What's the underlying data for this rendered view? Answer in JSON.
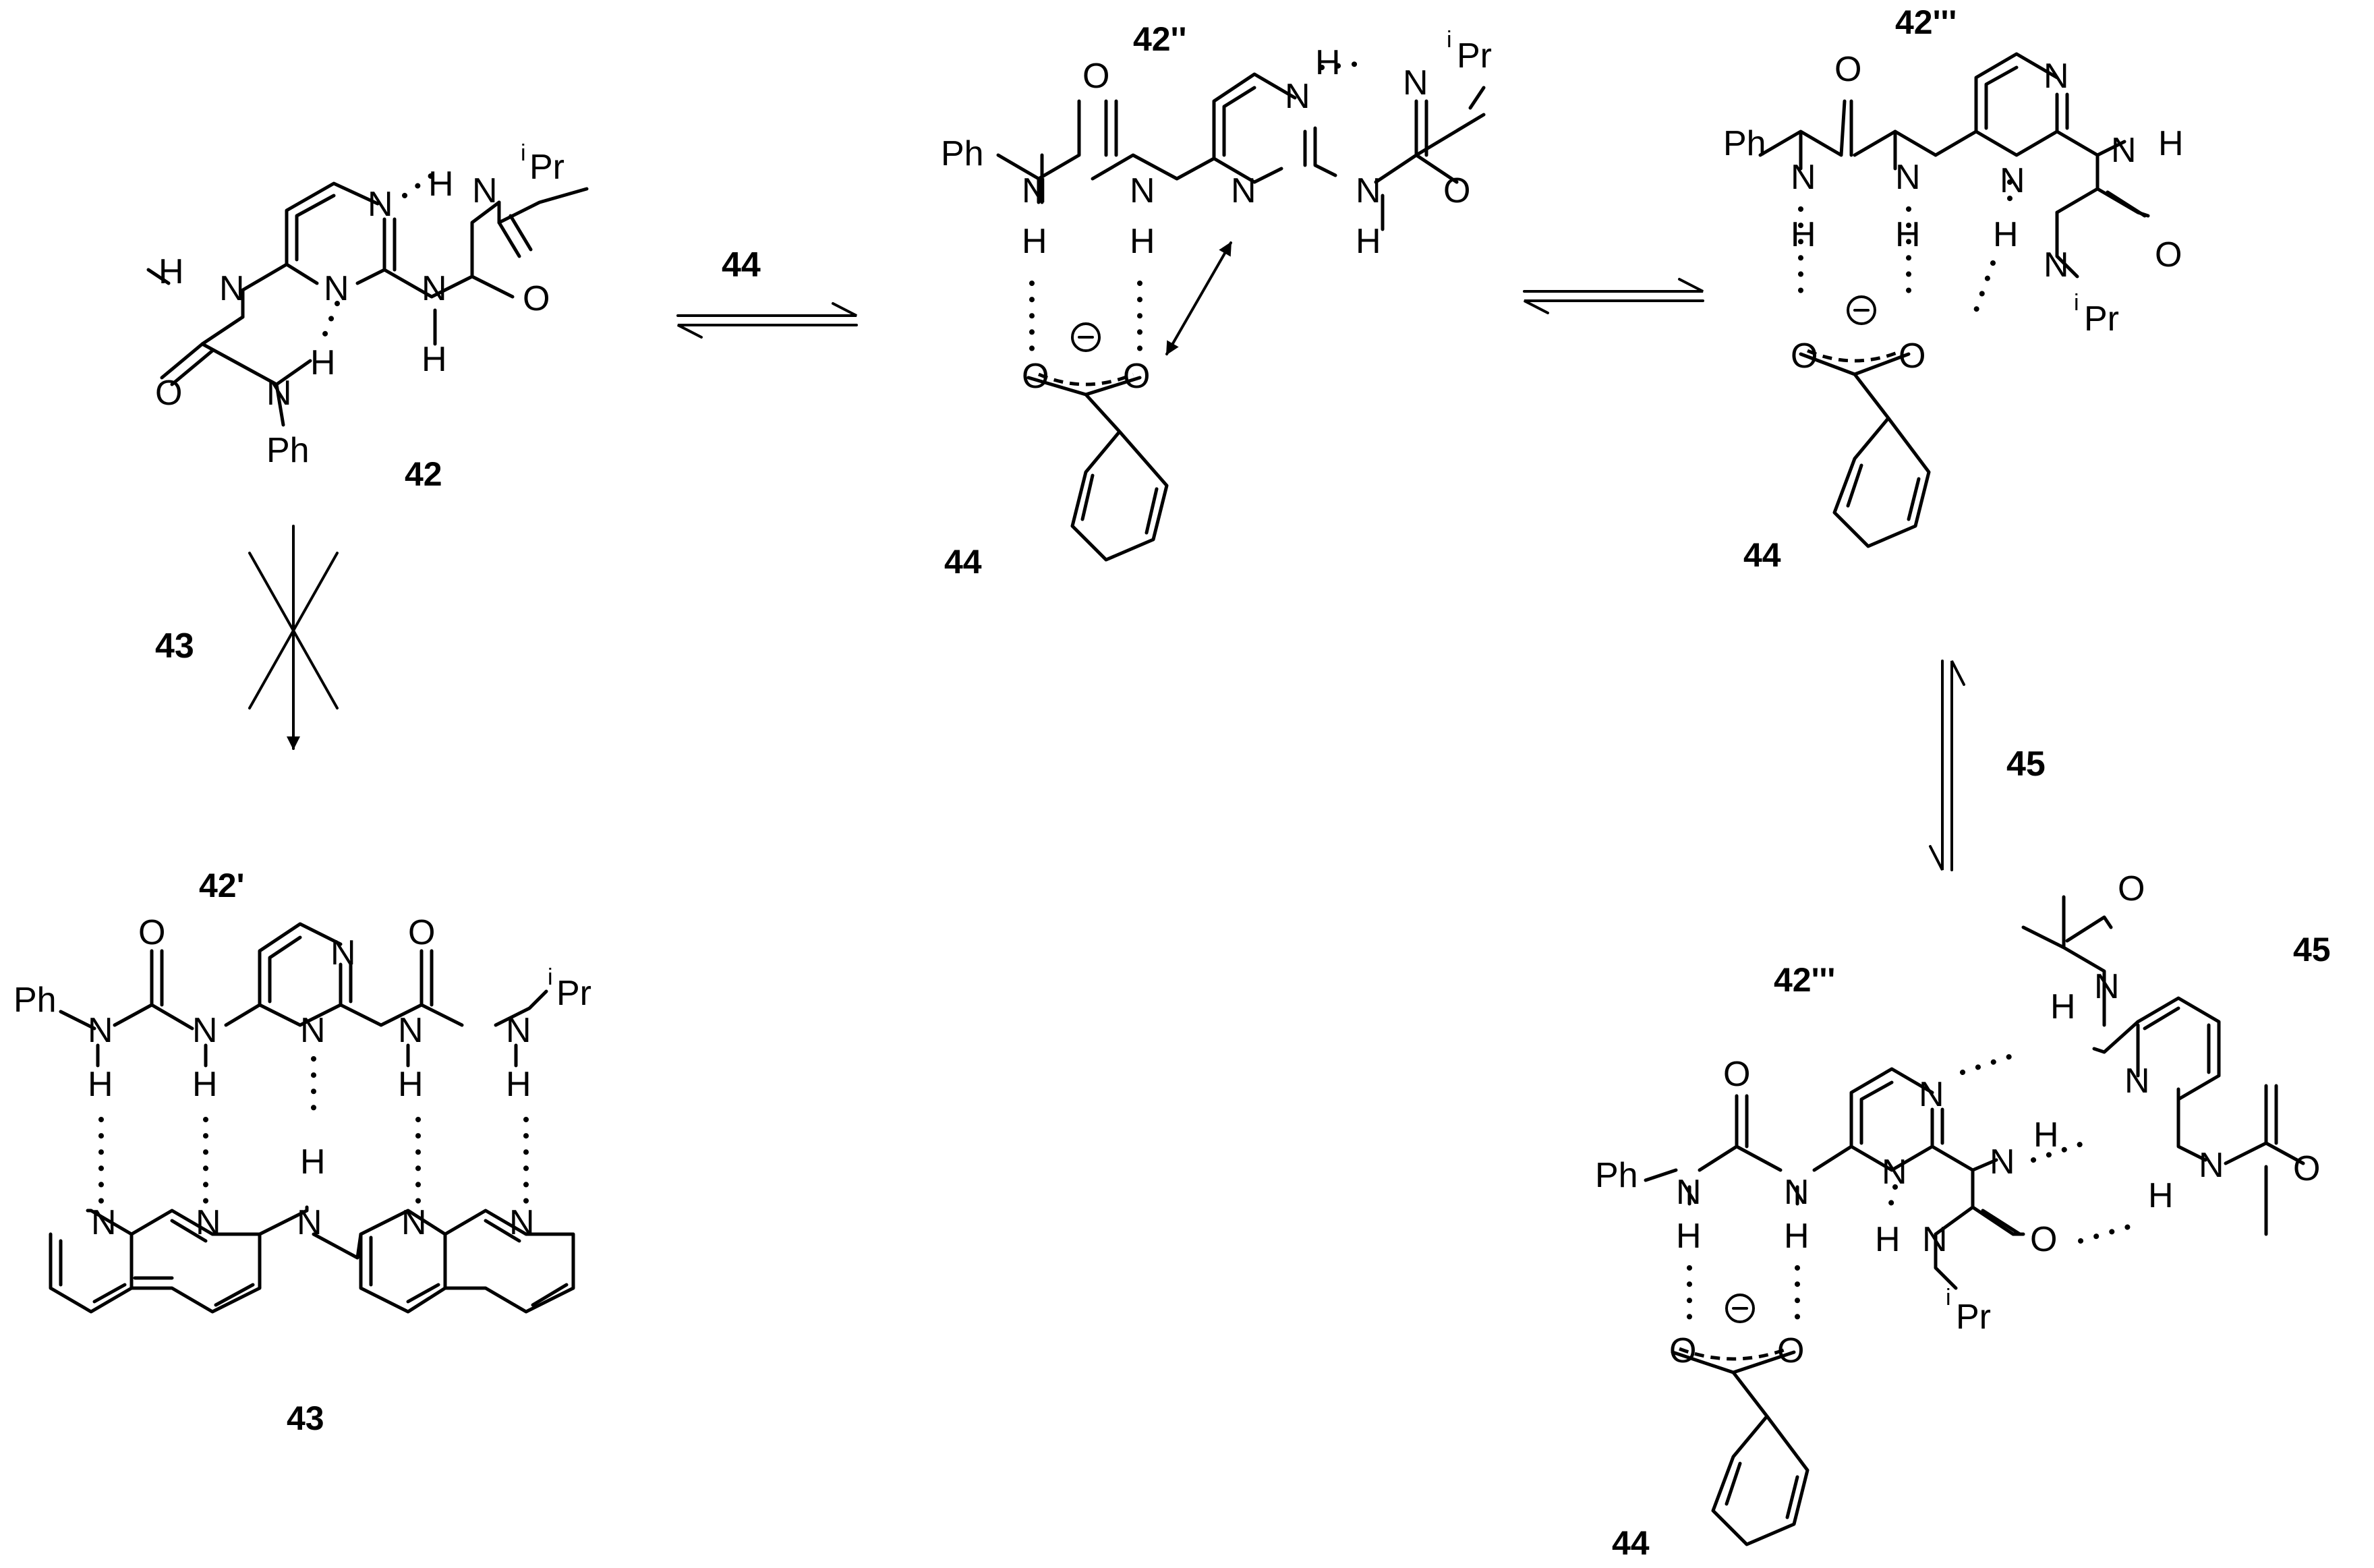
{
  "scheme": {
    "compounds": {
      "c42_label": "42",
      "c42pp_label": "42''",
      "c42ppp_label": "42'''",
      "c42ppp_b_label": "42'''",
      "c42p_label": "42'",
      "c43_label": "43",
      "c44_a_label": "44",
      "c44_b_label": "44",
      "c44_c_label": "44",
      "c45_label": "45"
    },
    "reagents": {
      "eq1": "44",
      "blocked": "43",
      "eq3": "45"
    },
    "arrows": {
      "eq1": "equilibrium",
      "eq2": "equilibrium",
      "eq3": "equilibrium",
      "blocked": "crossed-out arrow"
    },
    "groups": {
      "phenyl": "Ph",
      "ipr_sup": "i",
      "ipr_main": "Pr",
      "anion_charge": "⊖"
    }
  }
}
